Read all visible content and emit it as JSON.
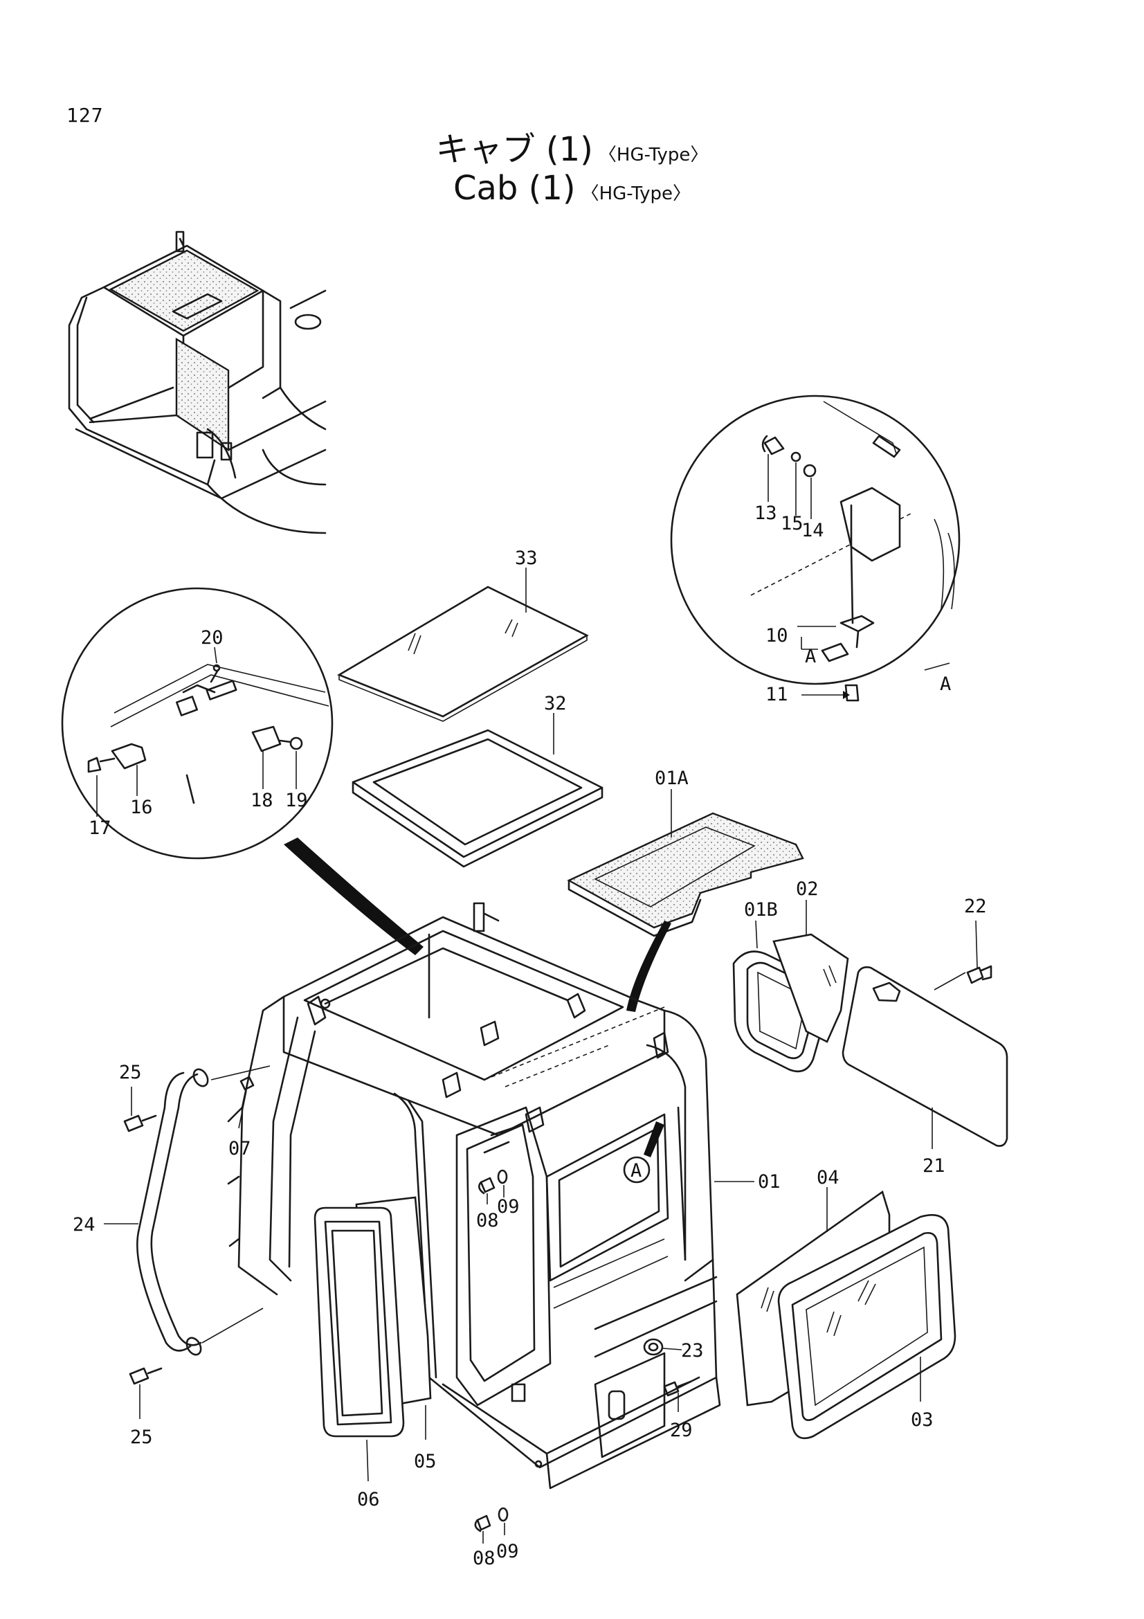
{
  "page_number": "127",
  "title": {
    "ja": "キャブ (1)",
    "en": "Cab (1)",
    "variant": "〈HG-Type〉"
  },
  "callouts": {
    "c01": "01",
    "c01A": "01A",
    "c01B": "01B",
    "c02": "02",
    "c03": "03",
    "c04": "04",
    "c05": "05",
    "c06": "06",
    "c07": "07",
    "c08a": "08",
    "c09a": "09",
    "c08b": "08",
    "c09b": "09",
    "c10": "10",
    "c11": "11",
    "c13": "13",
    "c14": "14",
    "c15": "15",
    "c16": "16",
    "c17": "17",
    "c18": "18",
    "c19": "19",
    "c20": "20",
    "c21": "21",
    "c22": "22",
    "c23": "23",
    "c24": "24",
    "c25a": "25",
    "c25b": "25",
    "c29": "29",
    "c32": "32",
    "c33": "33"
  },
  "detail_marks": {
    "circle_label": "A",
    "bracket_label": "A",
    "edge_label": "A"
  }
}
